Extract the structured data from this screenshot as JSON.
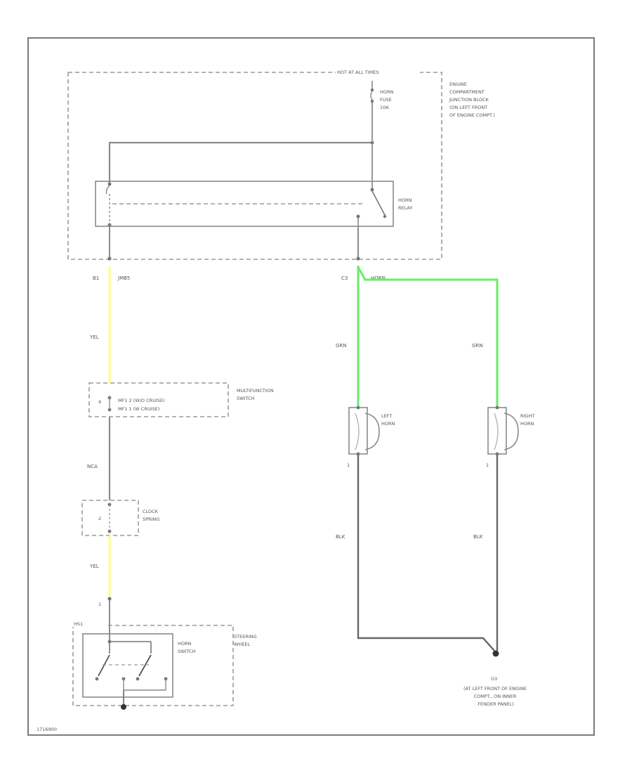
{
  "junction_block": {
    "header": "HOT AT ALL TIMES",
    "name_lines": [
      "ENGINE",
      "COMPARTMENT",
      "JUNCTION BLOCK",
      "(ON LEFT FRONT",
      "OF ENGINE COMPT.)"
    ],
    "fuse_lines": [
      "HORN",
      "FUSE",
      "10A"
    ],
    "relay_lines": [
      "HORN",
      "RELAY"
    ]
  },
  "connectors": {
    "left_pin": "B1",
    "left_conn": "JMB5",
    "right_pin": "C3",
    "right_conn": "HORN"
  },
  "wires": {
    "yel_upper": "YEL",
    "gry": "NCA",
    "yel_lower": "YEL",
    "grn_left": "GRN",
    "grn_right": "GRN",
    "blk_left": "BLK",
    "blk_right": "BLK"
  },
  "multifunction_switch": {
    "name_lines": [
      "MULTIFUNCTION",
      "SWITCH"
    ],
    "pin": "4",
    "row1": "MF1 2    (W/O CRUISE)",
    "row2": "MF1 1    (W CRUISE)"
  },
  "clock_spring": {
    "pin": "2",
    "name_lines": [
      "CLOCK",
      "SPRING"
    ]
  },
  "steering_wheel": {
    "pin_top": "1",
    "connector": "HS1",
    "switch_lines": [
      "HORN",
      "SWITCH"
    ],
    "name_lines": [
      "STEERING",
      "WHEEL"
    ]
  },
  "left_horn": {
    "name_lines": [
      "LEFT",
      "HORN"
    ],
    "pin": "1"
  },
  "right_horn": {
    "name_lines": [
      "RIGHT",
      "HORN"
    ],
    "pin": "1"
  },
  "ground": {
    "id": "G3",
    "desc_lines": [
      "(AT LEFT FRONT OF ENGINE",
      "COMPT., ON INNER",
      "FENDER PANEL)"
    ]
  },
  "figure_code": "1716900",
  "colors": {
    "yellow_wire": "#ffff80",
    "green_wire": "#66ee66",
    "gray_wire": "#8c8c8c",
    "frame": "#7a7a7a"
  }
}
